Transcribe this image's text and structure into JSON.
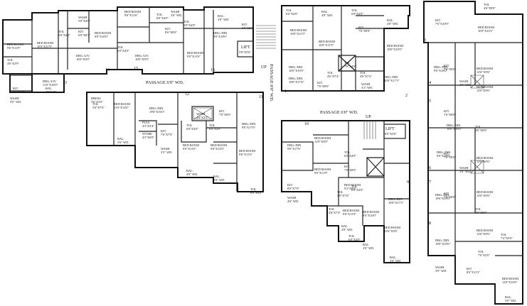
{
  "corridors": {
    "passage_main": "PASSAGE 6'0\" WD.",
    "passage_vertical": "PASSAGE 6'0\" WD.",
    "passage_lower": "PASSAGE 6'0\" WD.",
    "up_top": "UP",
    "up_mid": "UP"
  },
  "lifts": [
    {
      "name": "LIFT",
      "size": "5'8\"X5'6\""
    },
    {
      "name": "LIFT",
      "size": "6'0\"X5'6\""
    }
  ],
  "flat_numbers": [
    "1",
    "2",
    "3",
    "4",
    "5",
    "6",
    "7",
    "8",
    "9",
    "10",
    "11",
    "12",
    "13",
    "14",
    "15",
    "16"
  ],
  "rooms": [
    {
      "id": "r1",
      "name": "BED ROOM",
      "size": "9'6\"X11'9\""
    },
    {
      "id": "r2",
      "name": "BED ROOM",
      "size": "10'3\"X11'9\""
    },
    {
      "id": "r3",
      "name": "TOL",
      "size": "4'6\"X3'9\""
    },
    {
      "id": "r4",
      "name": "KIT.",
      "size": "9'6\"X7'0\""
    },
    {
      "id": "r5",
      "name": "WASH",
      "size": "5'0\" WD."
    },
    {
      "id": "r6",
      "name": "DRG./LIV.",
      "size": "11'0\"X18'0\""
    },
    {
      "id": "r7",
      "name": "BAL.",
      "size": "4'0\" WD."
    },
    {
      "id": "r8",
      "name": "WASH",
      "size": "5'0\"X4'0\""
    },
    {
      "id": "r9",
      "name": "TOL",
      "size": "6'0\"X4'0\""
    },
    {
      "id": "r10",
      "name": "KIT.",
      "size": "6'0\"X8'4\""
    },
    {
      "id": "r11",
      "name": "BED ROOM",
      "size": "9'0\"X10'0\""
    },
    {
      "id": "r12",
      "name": "DRG./LIV.",
      "size": "16'0\"X9'0\""
    },
    {
      "id": "r13",
      "name": "TOL",
      "size": "6'0\"X4'0\""
    },
    {
      "id": "r14",
      "name": "BED ROOM",
      "size": "9'0\"X11'6\""
    },
    {
      "id": "r15",
      "name": "TOL",
      "size": "6'0\"X4'0\""
    },
    {
      "id": "r16",
      "name": "WASH",
      "size": "3'6\" WD."
    },
    {
      "id": "r17",
      "name": "KIT.",
      "size": "8'6\"X8'0\""
    },
    {
      "id": "r18",
      "name": "DRG./LIV.",
      "size": "16'0\"X9'0\""
    },
    {
      "id": "r19",
      "name": "BED ROOM",
      "size": "9'0\"X11'6\""
    },
    {
      "id": "r20",
      "name": "TOL",
      "size": "6'0\"X4'0\""
    },
    {
      "id": "r21",
      "name": "BAL.",
      "size": "3'0\" WD."
    },
    {
      "id": "r22",
      "name": "DRG./DIN.",
      "size": "9'0\"X18'0\""
    },
    {
      "id": "r23",
      "name": "KIT.",
      "size": "6'6\"X8'0\""
    },
    {
      "id": "r24",
      "name": "DRESS",
      "size": "5'6\"X3'6\""
    },
    {
      "id": "r25",
      "name": "TOL",
      "size": "5'6\"X7'6\""
    },
    {
      "id": "r26",
      "name": "BED ROOM",
      "size": "11'6\"X14'6\""
    },
    {
      "id": "r27",
      "name": "BAL.",
      "size": "3'6\" WD."
    },
    {
      "id": "r28",
      "name": "DRG./DIN.",
      "size": "19'0\"X16'0\""
    },
    {
      "id": "r29",
      "name": "PUJA",
      "size": "4'3\"X3'4\""
    },
    {
      "id": "r30",
      "name": "STORE",
      "size": "4'3\"X6'0\""
    },
    {
      "id": "r31",
      "name": "KIT.",
      "size": "7'6\"X7'6\""
    },
    {
      "id": "r32",
      "name": "WASH",
      "size": "3'3\" WD."
    },
    {
      "id": "r33",
      "name": "WASH",
      "size": "4'0\"X3'3\""
    },
    {
      "id": "r34",
      "name": "KIT.",
      "size": "7'0\"X8'6\""
    },
    {
      "id": "r35",
      "name": "TOL",
      "size": "6'0\"X4'0\""
    },
    {
      "id": "r36",
      "name": "TOL",
      "size": "6'0\"X4'0\""
    },
    {
      "id": "r37",
      "name": "DRG./DIN.",
      "size": "9'6\"X17'6\""
    },
    {
      "id": "r38",
      "name": "BED ROOM",
      "size": "9'6\"X11'6\""
    },
    {
      "id": "r39",
      "name": "BED ROOM",
      "size": "9'6\"X12'6\""
    },
    {
      "id": "r40",
      "name": "BED ROOM",
      "size": "9'6\"X11'6\""
    },
    {
      "id": "r41",
      "name": "BAL.",
      "size": "4'0\" WD."
    },
    {
      "id": "r42",
      "name": "BAL.",
      "size": "3'0\" WD."
    },
    {
      "id": "r43",
      "name": "TOL",
      "size": "6'0\"X4'0\""
    },
    {
      "id": "r44",
      "name": "TOL",
      "size": "6'6\"X4'0\""
    },
    {
      "id": "r45",
      "name": "BAL.",
      "size": "4'0\" WD."
    },
    {
      "id": "r46",
      "name": "TOL",
      "size": "6'0\"X4'0\""
    },
    {
      "id": "r47",
      "name": "BED ROOM",
      "size": "10'0\"X11'9\""
    },
    {
      "id": "r48",
      "name": "BED ROOM",
      "size": "10'0\"X11'9\""
    },
    {
      "id": "r49",
      "name": "KIT.",
      "size": "7'6\"X8'0\""
    },
    {
      "id": "r50",
      "name": "BED ROOM",
      "size": "10'0\"X10'0\""
    },
    {
      "id": "r51",
      "name": "BAL.",
      "size": "4'0\" WD."
    },
    {
      "id": "r52",
      "name": "DRG./DIN.",
      "size": "10'0\"X19'0\""
    },
    {
      "id": "r53",
      "name": "TOL",
      "size": "7'6\"X4'0\""
    },
    {
      "id": "r54",
      "name": "KIT.",
      "size": "7'6\"X8'0\""
    },
    {
      "id": "r55",
      "name": "DRG./DIN.",
      "size": "10'0\"X17'6\""
    },
    {
      "id": "r56",
      "name": "TOL",
      "size": "4'6\"X7'4\""
    },
    {
      "id": "r57",
      "name": "DRG./DIN.",
      "size": "10'0\"X17'3\""
    },
    {
      "id": "r58",
      "name": "WASH",
      "size": "3'2\" WD."
    },
    {
      "id": "r59",
      "name": "TOL",
      "size": "4'6\"X7'4\""
    },
    {
      "id": "r60",
      "name": "KIT.",
      "size": "7'6\"X10'0\""
    },
    {
      "id": "r61",
      "name": "BED ROOM",
      "size": "10'0\"X10'1\""
    },
    {
      "id": "r62",
      "name": "TOL",
      "size": "4'6\"X8'0\""
    },
    {
      "id": "r63",
      "name": "DRG./DIN.",
      "size": "9'6\"X18'0\""
    },
    {
      "id": "r64",
      "name": "KIT.",
      "size": "7'6\"X8'0\""
    },
    {
      "id": "r65",
      "name": "BED ROOM",
      "size": "12'6\"X9'6\""
    },
    {
      "id": "r66",
      "name": "WASH",
      "size": "3'0\" WD."
    },
    {
      "id": "r67",
      "name": "BED ROOM",
      "size": "12'6\"X9'6\""
    },
    {
      "id": "r68",
      "name": "KIT.",
      "size": "7'6\"X8'0\""
    },
    {
      "id": "r69",
      "name": "TOL",
      "size": "4'6\"X8'0\""
    },
    {
      "id": "r70",
      "name": "DRG./DIN.",
      "size": "10'6\"X18'0\""
    },
    {
      "id": "r71",
      "name": "DRG./DIN.",
      "size": "9'6\"X18'0\""
    },
    {
      "id": "r72",
      "name": "KIT.",
      "size": "7'6\"X8'0\""
    },
    {
      "id": "r73",
      "name": "BED ROOM",
      "size": "12'6\"X9'6\""
    },
    {
      "id": "r74",
      "name": "WASH",
      "size": "3'0\" WD."
    },
    {
      "id": "r75",
      "name": "BED ROOM",
      "size": "12'6\"X9'6\""
    },
    {
      "id": "r76",
      "name": "KIT.",
      "size": "7'6\"X8'0\""
    },
    {
      "id": "r77",
      "name": "DRG./DIN.",
      "size": "10'6\"X18'0\""
    },
    {
      "id": "r78",
      "name": "TOL",
      "size": "4'6\"X8'0\""
    },
    {
      "id": "r79",
      "name": "DRG./DIN.",
      "size": "10'0\"X18'0\""
    },
    {
      "id": "r80",
      "name": "BED ROOM",
      "size": "12'6\"X9'6\""
    },
    {
      "id": "r81",
      "name": "TOL",
      "size": "7'4\"X5'0\""
    },
    {
      "id": "r82",
      "name": "WASH",
      "size": "3'0\" WD."
    },
    {
      "id": "r83",
      "name": "KIT.",
      "size": "8'0\"X11'3\""
    },
    {
      "id": "r84",
      "name": "TOL",
      "size": "7'0\"X5'0\""
    },
    {
      "id": "r85",
      "name": "BED ROOM",
      "size": "12'0\"X10'0\""
    },
    {
      "id": "r86",
      "name": "BAL.",
      "size": "3'0\" WD."
    },
    {
      "id": "r87",
      "name": "BED ROOM",
      "size": "12'9\"X9'0\""
    },
    {
      "id": "r88",
      "name": "DRG./DIN.",
      "size": "9'6\"X17'6\""
    },
    {
      "id": "r89",
      "name": "KIT.",
      "size": "8'0\"X7'0\""
    },
    {
      "id": "r90",
      "name": "WASH",
      "size": "4'0\" WD."
    },
    {
      "id": "r91",
      "name": "BED ROOM",
      "size": "9'0\"X11'9\""
    },
    {
      "id": "r92",
      "name": "TOL",
      "size": "6'0\"X4'0\""
    },
    {
      "id": "r93",
      "name": "KIT.",
      "size": "7'6\"X8'0\""
    },
    {
      "id": "r94",
      "name": "BED ROOM",
      "size": "9'2\"X9'6\""
    },
    {
      "id": "r95",
      "name": "TOL",
      "size": "4'0\"X7'6\""
    },
    {
      "id": "r96",
      "name": "TOL",
      "size": "6'0\"X4'0\""
    },
    {
      "id": "r97",
      "name": "BED ROOM",
      "size": "9'0\"X10'0\""
    },
    {
      "id": "r98",
      "name": "BED ROOM",
      "size": "9'0\"X11'9\""
    },
    {
      "id": "r99",
      "name": "DRG./DIN.",
      "size": "10'0\"X17'3\""
    },
    {
      "id": "r100",
      "name": "BAL.",
      "size": "3'0\" WD."
    },
    {
      "id": "r101",
      "name": "TOL",
      "size": "4'6\"X7'4\""
    },
    {
      "id": "r102",
      "name": "TOL",
      "size": "6'0\"X4'0\""
    },
    {
      "id": "r103",
      "name": "BED ROOM",
      "size": "12'6\"X9'6\""
    },
    {
      "id": "r104",
      "name": "BAL.",
      "size": "3'0\" WD."
    },
    {
      "id": "r105",
      "name": "BAL.",
      "size": "4'0\" WD."
    }
  ]
}
